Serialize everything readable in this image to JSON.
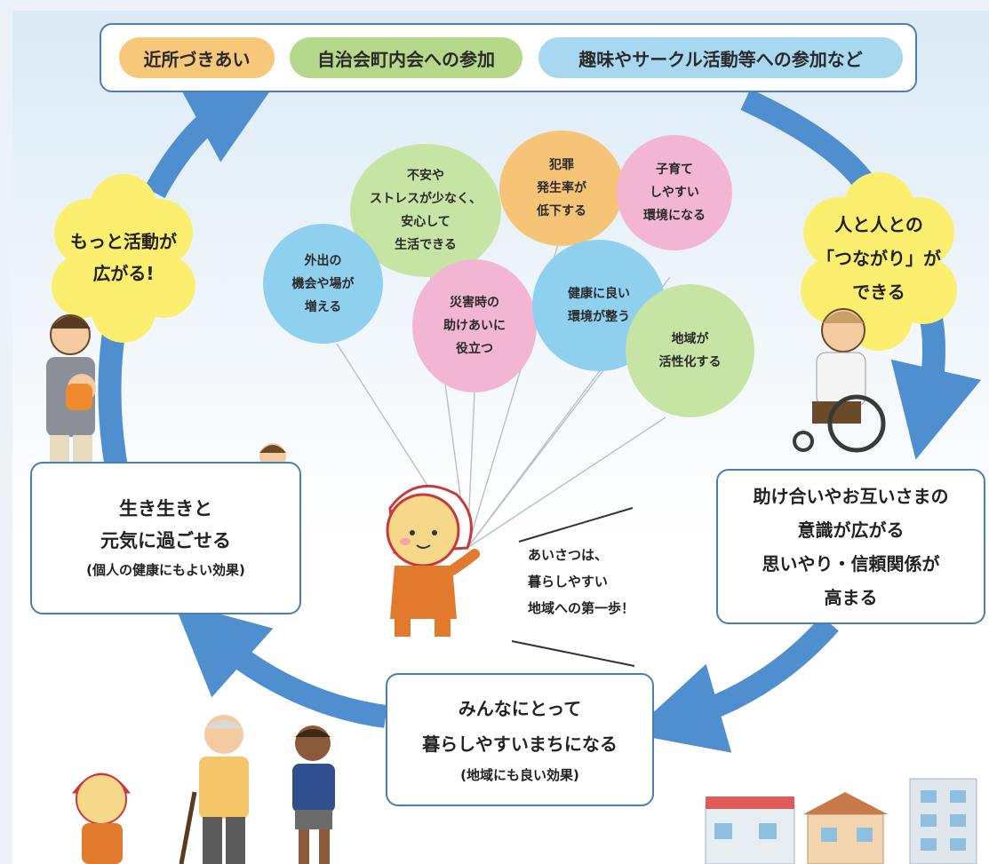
{
  "activities": [
    "近所づきあい",
    "自治会町内会への参加",
    "趣味やサークル活動等への参加など"
  ],
  "clouds": {
    "more_activity": "もっと活動が\n広がる!",
    "connections": "人と人との\n「つながり」が\nできる"
  },
  "balloons": [
    "不安や\nストレスが少なく、\n安心して\n生活できる",
    "犯罪\n発生率が\n低下する",
    "子育て\nしやすい\n環境になる",
    "外出の\n機会や場が\n増える",
    "災害時の\n助けあいに\n役立つ",
    "健康に良い\n環境が整う",
    "地域が\n活性化する"
  ],
  "boxes": {
    "lively": {
      "title": "生き生きと\n元気に過ごせる",
      "note": "(個人の健康にもよい効果)"
    },
    "mutual_help": {
      "text": "助け合いやお互いさまの\n意識が広がる\n思いやり・信頼関係が\n高まる"
    },
    "livable": {
      "title": "みんなにとって\n暮らしやすいまちになる",
      "note": "(地域にも良い効果)"
    }
  },
  "speech": "あいさつは、\n暮らしやすい\n地域への第一歩！",
  "colors": {
    "arrow": "#4f8fd0",
    "cloud": "#fcef6f",
    "pill_orange": "#f7c77a",
    "pill_green": "#b6d88a",
    "pill_blue": "#a8d8f0",
    "balloon_green": "#c6e4a4",
    "balloon_orange": "#f6c477",
    "balloon_pink": "#f3b6d2",
    "balloon_blue": "#8fd0ee",
    "box_border": "#4a7fb0"
  }
}
